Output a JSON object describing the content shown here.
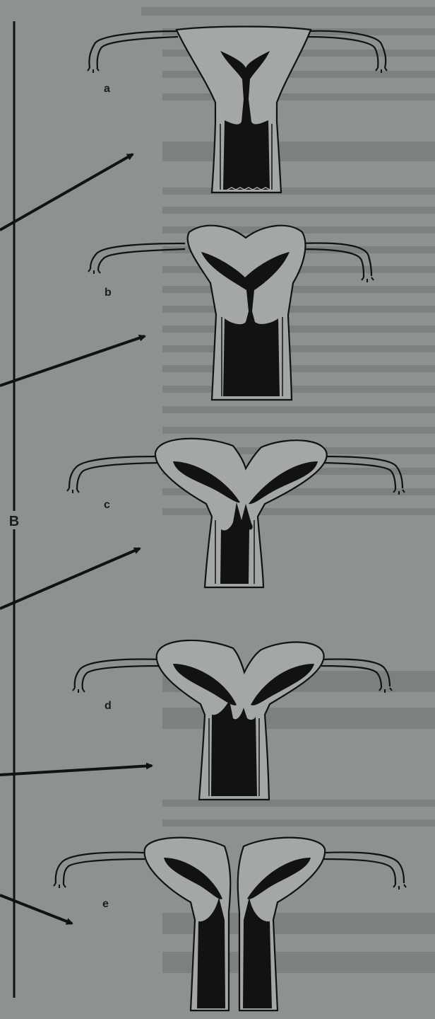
{
  "section_label": "B",
  "colors": {
    "paper": "#8d9190",
    "ink": "#121212",
    "organ_fill": "#a3a7a6",
    "bleed_text": "#6f7473"
  },
  "figures": [
    {
      "label": "a"
    },
    {
      "label": "b"
    },
    {
      "label": "c"
    },
    {
      "label": "d"
    },
    {
      "label": "e"
    }
  ]
}
